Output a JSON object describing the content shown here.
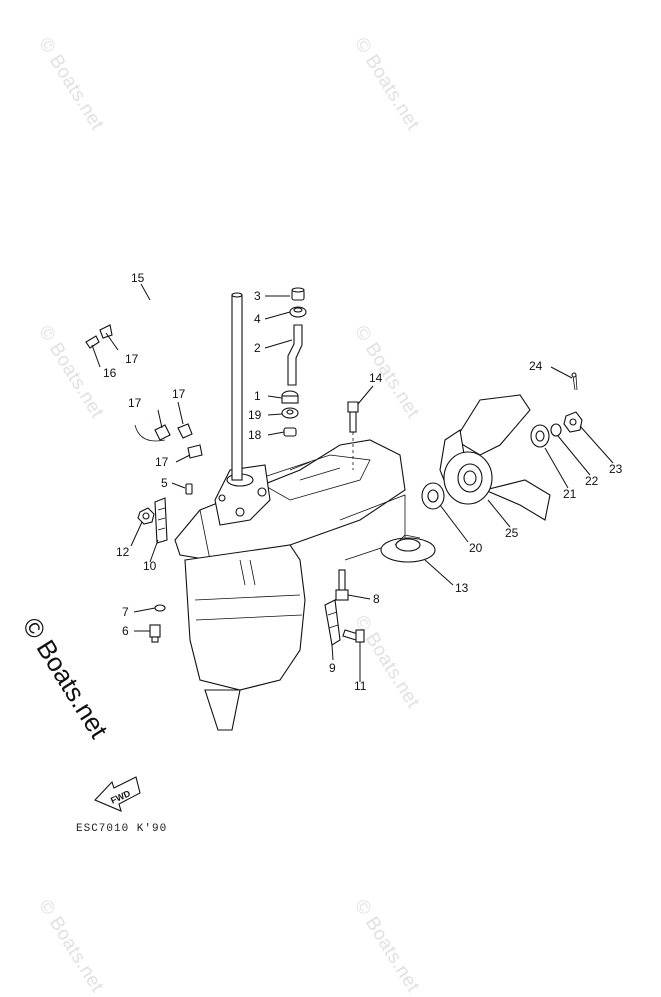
{
  "watermarks": {
    "tiled": "© Boats.net",
    "main": "© Boats.net"
  },
  "diagram_code": "ESC7010 K'90",
  "fwd_label": "FWD",
  "callouts": [
    {
      "id": "1",
      "label": "1"
    },
    {
      "id": "2",
      "label": "2"
    },
    {
      "id": "3",
      "label": "3"
    },
    {
      "id": "4",
      "label": "4"
    },
    {
      "id": "5",
      "label": "5"
    },
    {
      "id": "6",
      "label": "6"
    },
    {
      "id": "7",
      "label": "7"
    },
    {
      "id": "8",
      "label": "8"
    },
    {
      "id": "9",
      "label": "9"
    },
    {
      "id": "10",
      "label": "10"
    },
    {
      "id": "11",
      "label": "11"
    },
    {
      "id": "12",
      "label": "12"
    },
    {
      "id": "13",
      "label": "13"
    },
    {
      "id": "14",
      "label": "14"
    },
    {
      "id": "15",
      "label": "15"
    },
    {
      "id": "16",
      "label": "16"
    },
    {
      "id": "17a",
      "label": "17"
    },
    {
      "id": "17b",
      "label": "17"
    },
    {
      "id": "17c",
      "label": "17"
    },
    {
      "id": "17d",
      "label": "17"
    },
    {
      "id": "18",
      "label": "18"
    },
    {
      "id": "19",
      "label": "19"
    },
    {
      "id": "20",
      "label": "20"
    },
    {
      "id": "21",
      "label": "21"
    },
    {
      "id": "22",
      "label": "22"
    },
    {
      "id": "23",
      "label": "23"
    },
    {
      "id": "24",
      "label": "24"
    },
    {
      "id": "25",
      "label": "25"
    }
  ]
}
